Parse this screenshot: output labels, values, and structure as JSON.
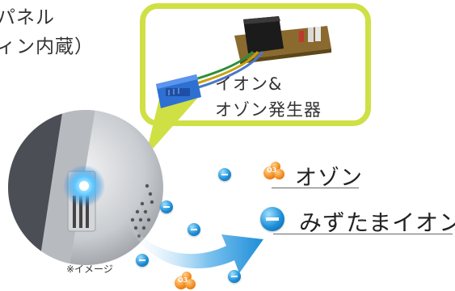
{
  "panel_label": {
    "line1": "パネル",
    "line2": "ィン内蔵）"
  },
  "callout": {
    "line1": "イオン&",
    "line2": "オゾン発生器"
  },
  "labels": {
    "ozone": "オゾン",
    "ion": "みずたまイオン"
  },
  "note": "※イメージ",
  "ozone_symbol": "O3",
  "colors": {
    "callout_border": "#cfe045",
    "ion_blue": "#1e90d8",
    "ozone_orange": "#f28a1c",
    "arrow_gradient_start": "#ffffff",
    "arrow_gradient_end": "#1e8ed8"
  },
  "icons": {
    "ion": "negative-ion-icon",
    "ozone": "ozone-molecule-icon",
    "generator": "ion-ozone-generator-board",
    "flow": "curved-flow-arrow-icon"
  }
}
